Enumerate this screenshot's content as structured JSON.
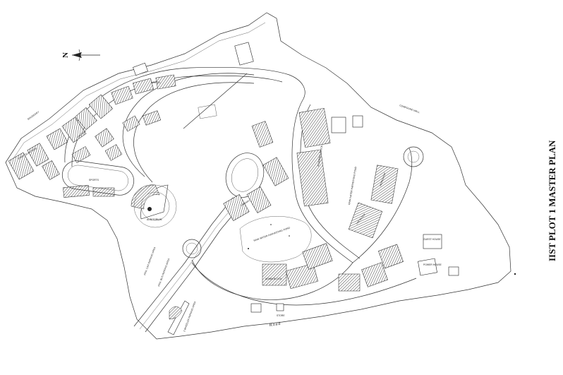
{
  "title": "IIST PLOT 1 MASTER PLAN",
  "north_label": "N",
  "road_label": "Road",
  "labels": {
    "rain_water_a": "RAIN WATER HARVESTING POND",
    "rain_water_b": "RAIN WATER HARVESTING POND",
    "parking_car": "PRO. CAR PARKING AREA",
    "parking_bus": "PRO. BUS PARKING AREA",
    "two_wheeler": "2 WHEELER PARKING AREA",
    "academic": "ACADEMIC BLOCK",
    "admin": "ADMIN BLOCK",
    "hostel": "HOSTEL",
    "library": "LIBRARY",
    "auditorium": "AUDITORIUM",
    "canteen": "CANTEEN",
    "guest_house": "GUEST HOUSE",
    "staff_qtrs": "STAFF QUARTERS",
    "workshop": "WORKSHOP",
    "lab": "LAB BLOCK",
    "sports": "SPORTS",
    "store": "STORE",
    "power_house": "POWER HOUSE",
    "boundary": "BOUNDARY",
    "compound_wall": "COMPOUND WALL"
  },
  "colors": {
    "ink": "#222222",
    "paper": "#ffffff"
  },
  "icons": {
    "north_arrow": "north-arrow-icon"
  }
}
